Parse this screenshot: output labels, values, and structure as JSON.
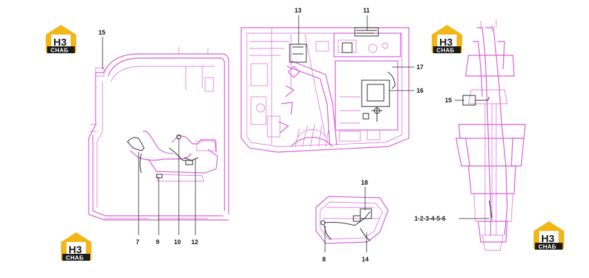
{
  "logo": {
    "mark": "H3",
    "caption": "СНАБ",
    "icon": "h3-snab-logo-icon"
  },
  "callouts": {
    "c1": "1-2-3-4-5-6",
    "c7": "7",
    "c8": "8",
    "c9": "9",
    "c10": "10",
    "c11": "11",
    "c12": "12",
    "c13": "13",
    "c14": "14",
    "c15a": "15",
    "c15b": "15",
    "c16": "16",
    "c17": "17",
    "c18": "18"
  },
  "colors": {
    "linework": "#d65ad6",
    "logo_gold": "#f2b619",
    "logo_dark": "#1a1a1a"
  }
}
